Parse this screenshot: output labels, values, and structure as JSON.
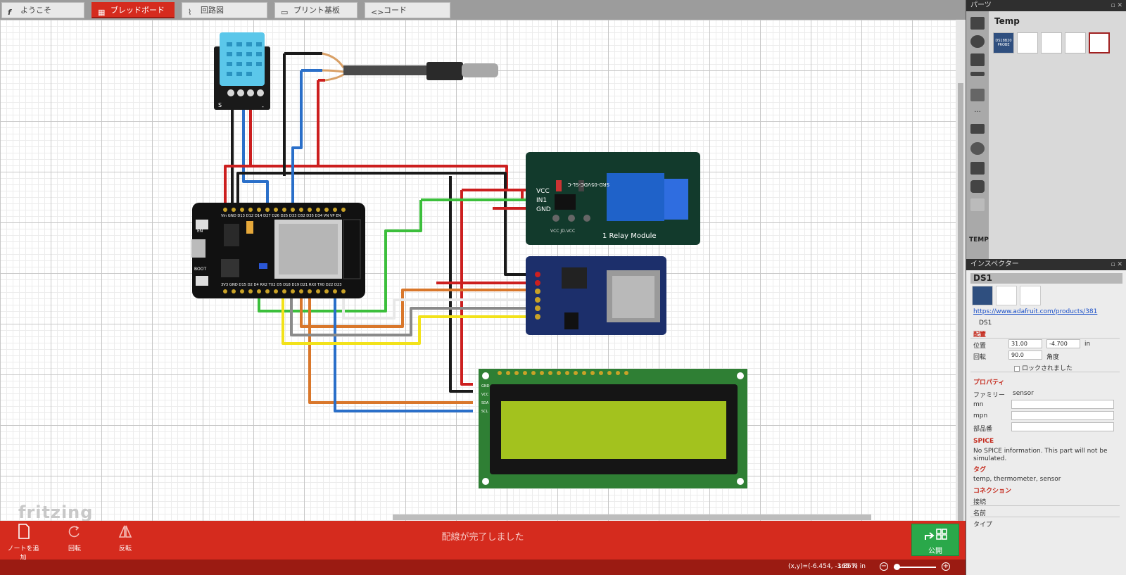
{
  "tabs": [
    {
      "label": "ようこそ",
      "icon": "fritzing-f-icon"
    },
    {
      "label": "ブレッドボード",
      "icon": "breadboard-icon",
      "active": true
    },
    {
      "label": "回路図",
      "icon": "schematic-icon"
    },
    {
      "label": "プリント基板",
      "icon": "pcb-icon"
    },
    {
      "label": "コード",
      "icon": "code-icon"
    }
  ],
  "canvas": {
    "watermark": "fritzing",
    "esp32_top_pins": "Vin GND D13 D12 D14 D27 D26 D25 D33 D32 D35 D34 VN VP EN",
    "esp32_bottom_pins": "3V3 GND D15 D2 D4 RX2 TX2 D5 D18 D19 D21 RX0 TX0 D22 D23",
    "esp32_buttons": [
      "EN",
      "BOOT"
    ],
    "relay_pins": [
      "VCC",
      "IN1",
      "GND"
    ],
    "relay_label": "1 Relay Module",
    "relay_coil": "SRD-05VDC-SL-C",
    "relay_jumper": "VCC   JD.VCC",
    "dht_label": "S",
    "dht_minus": "-",
    "lcd_pins": [
      "GND",
      "VCC",
      "SDA",
      "SCL"
    ]
  },
  "toolbar": {
    "add_note": "ノートを追加",
    "rotate": "回転",
    "flip": "反転",
    "status": "配線が完了しました",
    "publish": "公開"
  },
  "statusbar": {
    "coords": "(x,y)=(-6.454, -3.867) in",
    "zoom": "165 %"
  },
  "parts": {
    "header": "パーツ",
    "bin_title": "Temp",
    "temp_button": "TEMP",
    "thumb_label": "DS18B20 PROBE"
  },
  "inspector": {
    "header": "インスペクター",
    "title": "DS1",
    "link": "https://www.adafruit.com/products/381",
    "name": "DS1",
    "placement_section": "配置",
    "position_label": "位置",
    "position_x": "31.00",
    "position_y": "-4.700",
    "position_unit": "in",
    "rotation_label": "回転",
    "rotation_value": "90.0",
    "rotation_unit": "角度",
    "locked_label": "ロックされました",
    "properties_section": "プロパティ",
    "family_label": "ファミリー",
    "family_value": "sensor",
    "mn_label": "mn",
    "mpn_label": "mpn",
    "part_no_label": "部品番",
    "spice_section": "SPICE",
    "spice_text": "No SPICE information. This part will not be simulated.",
    "tags_section": "タグ",
    "tags_text": "temp, thermometer, sensor",
    "connections_section": "コネクション",
    "conn_label": "接続",
    "name_label": "名前",
    "type_label": "タイプ"
  },
  "colors": {
    "accent": "#d52b1e",
    "publish": "#2aa84a",
    "wire_red": "#cc1f1f",
    "wire_black": "#1a1a1a",
    "wire_blue": "#2a6fc9",
    "wire_green": "#3cbf3c",
    "wire_orange": "#d9772b",
    "wire_yellow": "#f2e21a",
    "wire_gray": "#8a8a8a"
  }
}
